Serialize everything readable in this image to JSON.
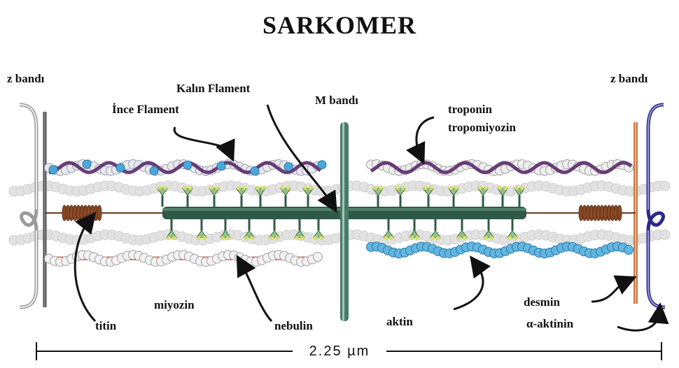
{
  "title": "SARKOMER",
  "labels": {
    "z_band_left": "z bandı",
    "z_band_right": "z bandı",
    "thick_filament": "Kalın Flament",
    "thin_filament": "İnce Flament",
    "m_band": "M bandı",
    "troponin": "troponin",
    "tropomyosin": "tropomiyozin",
    "titin": "titin",
    "myosin": "miyozin",
    "nebulin": "nebulin",
    "actin": "aktin",
    "desmin": "desmin",
    "alpha_actinin": "α-aktinin"
  },
  "scale_bar": {
    "text": "2.25 µm"
  },
  "colors": {
    "thick_filament": "#2f5a48",
    "myosin_head": "#8fc28a",
    "myosin_head_tip": "#d8e06a",
    "actin_bead": "#eaeaea",
    "actin_blue": "#4aa8d8",
    "tropomyosin": "#5a2a6a",
    "nebulin": "#e23a1e",
    "titin": "#8a4a26",
    "z_disk": "#555555",
    "desmin": "#c87a4a",
    "alpha_actinin": "#2a2a8a",
    "m_band": "#4a7a6a"
  }
}
